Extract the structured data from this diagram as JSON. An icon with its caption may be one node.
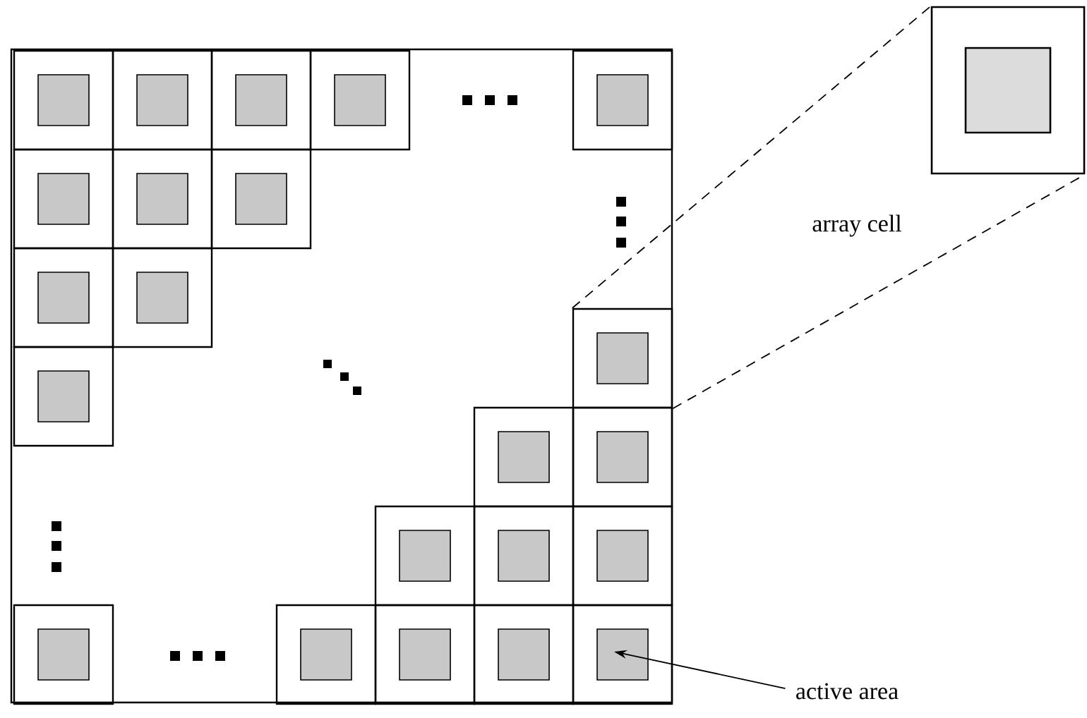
{
  "diagram": {
    "nodes": [
      {
        "text": [],
        "shape": "box"
      },
      {
        "text": [],
        "shape": "box",
        "in": 0
      },
      {
        "text": [],
        "shape": "box",
        "in": 0
      },
      {
        "text": [],
        "shape": "box",
        "in": 0
      },
      {
        "text": [],
        "shape": "box",
        "in": 0
      },
      {
        "text": [],
        "shape": "box",
        "in": 0
      },
      {
        "text": [],
        "shape": "box",
        "in": 0
      },
      {
        "text": [],
        "shape": "box",
        "in": 0
      },
      {
        "text": [],
        "shape": "box",
        "in": 0
      },
      {
        "text": [],
        "shape": "box",
        "in": 0
      },
      {
        "text": [],
        "shape": "box",
        "in": 0
      },
      {
        "text": [],
        "shape": "box",
        "in": 0
      },
      {
        "text": [],
        "shape": "box",
        "in": 0
      },
      {
        "text": [],
        "shape": "box",
        "in": 0
      },
      {
        "text": [],
        "shape": "box",
        "in": 0
      },
      {
        "text": [],
        "shape": "box",
        "in": 0
      },
      {
        "text": [],
        "shape": "box",
        "in": 0
      },
      {
        "text": [],
        "shape": "box",
        "in": 0
      },
      {
        "text": [],
        "shape": "box",
        "in": 0
      },
      {
        "text": [],
        "shape": "box",
        "in": 0
      },
      {
        "text": [],
        "shape": "box",
        "in": 0
      },
      {
        "text": [],
        "shape": "box",
        "in": 0
      },
      {
        "text": [],
        "shape": "box",
        "in": 0
      },
      {
        "text": [
          "array cell"
        ]
      },
      {
        "text": [],
        "shape": "box",
        "in": 22
      },
      {
        "text": [
          "active area"
        ]
      }
    ],
    "edges": [
      {
        "from": 11,
        "to": 23,
        "arrow": "none",
        "style": "dashed"
      },
      {
        "from": 11,
        "to": 23,
        "arrow": "none",
        "style": "dashed"
      },
      {
        "from": 25,
        "to": 24,
        "arrow": "to"
      }
    ]
  }
}
